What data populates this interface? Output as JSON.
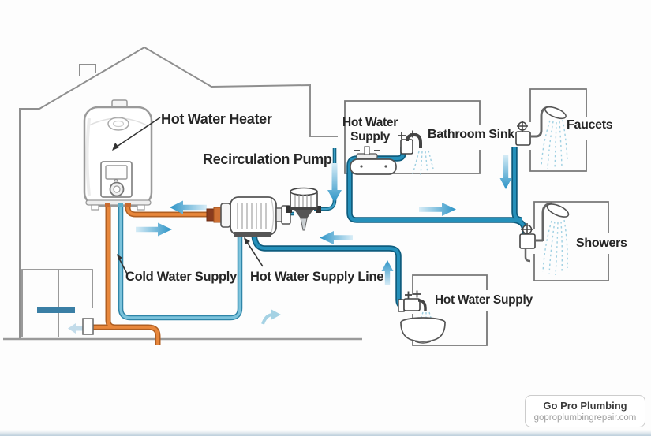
{
  "labels": {
    "hot_water_heater": "Hot Water Heater",
    "recirculation_pump": "Recirculation Pump",
    "cold_water_supply": "Cold Water Supply",
    "hot_water_supply_line": "Hot Water Supply Line",
    "sink_hot_water_supply_line1": "Hot Water",
    "sink_hot_water_supply_line2": "Supply",
    "bathroom_sink": "Bathroom Sink",
    "faucets": "Faucets",
    "showers": "Showers",
    "bottom_hot_water_supply": "Hot Water Supply"
  },
  "badge": {
    "company": "Go Pro Plumbing",
    "website": "goproplumbingrepair.com"
  },
  "colors": {
    "hot_pipe": "#2590ba",
    "hot_pipe_edge": "#0f5d7e",
    "cold_pipe": "#7cc3dc",
    "cold_pipe_edge": "#2f85a8",
    "inlet_pipe_orange": "#e8873c",
    "inlet_pipe_edge": "#b05f22",
    "flow_arrow_head": "#2b93c6",
    "flow_arrow_tail": "#d8edf7",
    "outline_gray": "#8f8f8f",
    "text": "#262626",
    "spray": "#9fd0e2"
  },
  "icons": [
    "house-outline",
    "water-heater-icon",
    "recirculation-pump-icon",
    "check-valve-icon",
    "sink-faucet-icon",
    "bathroom-faucet-icon",
    "sink-basin-icon",
    "faucet-valve-icon",
    "shower-head-icon",
    "shower-valve-icon",
    "bottom-faucet-icon",
    "sink-bowl-icon",
    "water-meter-icon",
    "flow-arrow-icon",
    "water-spray-icon"
  ]
}
